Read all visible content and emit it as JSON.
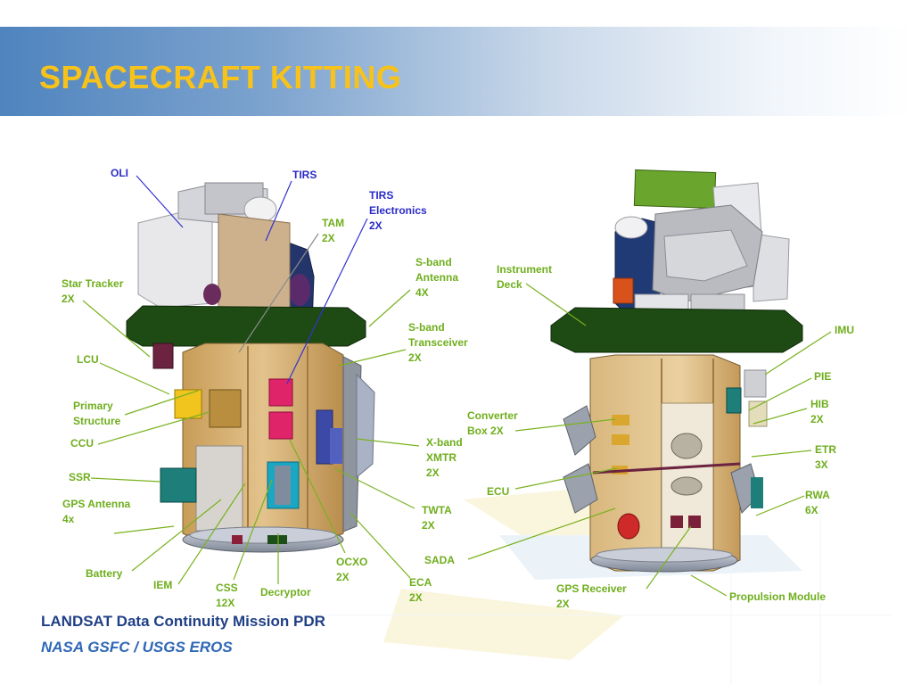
{
  "slide": {
    "title": "SPACECRAFT KITTING",
    "footer_line1": "LANDSAT Data Continuity Mission PDR",
    "footer_line2": "NASA GSFC / USGS EROS"
  },
  "colors": {
    "title": "#f7c21a",
    "label_green": "#6fae1d",
    "label_blue": "#2a2ac8",
    "footer_dark": "#1f3f86",
    "footer_light": "#2f67b6"
  },
  "labels": {
    "oli": [
      "OLI"
    ],
    "tirs": [
      "TIRS"
    ],
    "tirs_electronics": [
      "TIRS",
      "Electronics",
      "2X"
    ],
    "tam": [
      "TAM",
      "2X"
    ],
    "star_tracker": [
      "Star Tracker",
      "2X"
    ],
    "sband_antenna": [
      "S-band",
      "Antenna",
      "4X"
    ],
    "sband_transceiver": [
      "S-band",
      "Transceiver",
      "2X"
    ],
    "lcu": [
      "LCU"
    ],
    "primary_structure": [
      "Primary",
      "Structure"
    ],
    "ccu": [
      "CCU"
    ],
    "ssr": [
      "SSR"
    ],
    "gps_antenna": [
      "GPS Antenna",
      "4x"
    ],
    "xband_xmtr": [
      "X-band",
      "XMTR",
      "2X"
    ],
    "twta": [
      "TWTA",
      "2X"
    ],
    "battery": [
      "Battery"
    ],
    "iem": [
      "IEM"
    ],
    "css": [
      "CSS",
      "12X"
    ],
    "decryptor": [
      "Decryptor"
    ],
    "ocxo": [
      "OCXO",
      "2X"
    ],
    "eca": [
      "ECA",
      "2X"
    ],
    "instrument_deck": [
      "Instrument",
      "Deck"
    ],
    "imu": [
      "IMU"
    ],
    "pie": [
      "PIE"
    ],
    "hib": [
      "HIB",
      "2X"
    ],
    "converter_box": [
      "Converter",
      "Box 2X"
    ],
    "etr": [
      "ETR",
      "3X"
    ],
    "ecu": [
      "ECU"
    ],
    "rwa": [
      "RWA",
      "6X"
    ],
    "sada": [
      "SADA"
    ],
    "gps_receiver": [
      "GPS Receiver",
      "2X"
    ],
    "propulsion_module": [
      "Propulsion Module"
    ]
  }
}
